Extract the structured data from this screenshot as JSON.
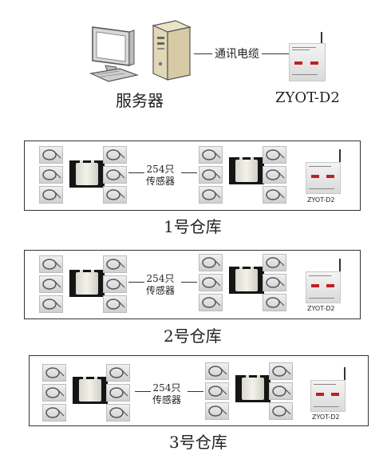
{
  "top": {
    "server_label": "服务器",
    "cable_label": "通讯电缆",
    "device_model": "ZYOT-D2"
  },
  "warehouses": [
    {
      "name": "1号仓库",
      "sensor_count": "254只",
      "sensor_word": "传感器",
      "device_model": "ZYOT-D2"
    },
    {
      "name": "2号仓库",
      "sensor_count": "254只",
      "sensor_word": "传感器",
      "device_model": "ZYOT-D2"
    },
    {
      "name": "3号仓库",
      "sensor_count": "254只",
      "sensor_word": "传感器",
      "device_model": "ZYOT-D2"
    }
  ]
}
